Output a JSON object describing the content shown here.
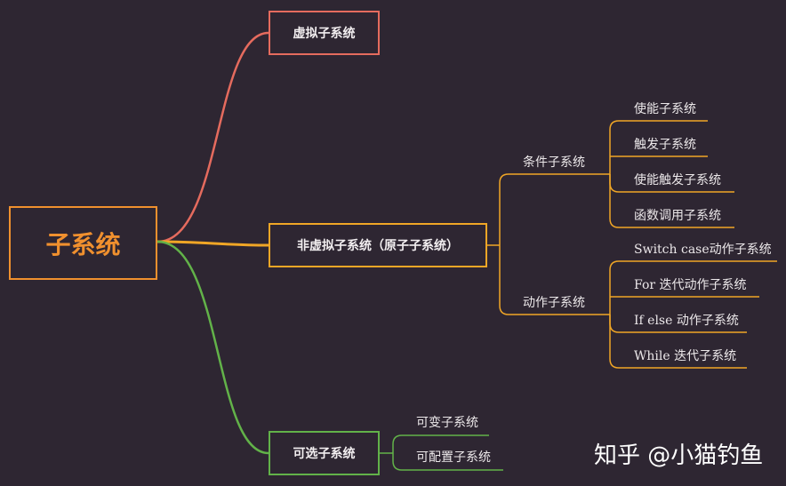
{
  "root": {
    "label": "子系统",
    "color": "#f0902e"
  },
  "branches": {
    "virtual": {
      "label": "虚拟子系统",
      "color": "#e56b5e"
    },
    "atomic": {
      "label": "非虚拟子系统（原子子系统）",
      "color": "#f0a626",
      "groups": [
        {
          "label": "条件子系统",
          "items": [
            "使能子系统",
            "触发子系统",
            "使能触发子系统",
            "函数调用子系统"
          ]
        },
        {
          "label": "动作子系统",
          "items": [
            "Switch case动作子系统",
            "For 迭代动作子系统",
            "If else 动作子系统",
            "While 迭代子系统"
          ]
        }
      ]
    },
    "optional": {
      "label": "可选子系统",
      "color": "#62b249",
      "items": [
        "可变子系统",
        "可配置子系统"
      ]
    }
  },
  "watermark": "知乎 @小猫钓鱼"
}
